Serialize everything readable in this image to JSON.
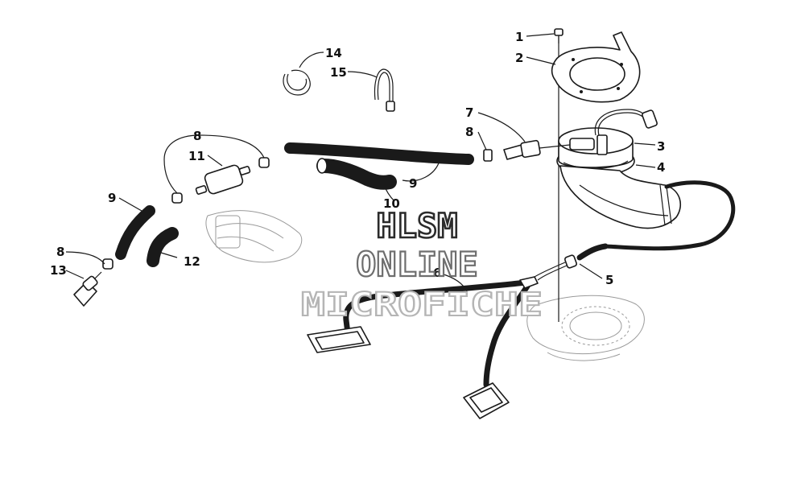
{
  "callouts": {
    "c1": "1",
    "c2": "2",
    "c3": "3",
    "c4": "4",
    "c5": "5",
    "c6": "6",
    "c7": "7",
    "c8a": "8",
    "c8b": "8",
    "c8c": "8",
    "c9a": "9",
    "c9b": "9",
    "c10": "10",
    "c11": "11",
    "c12": "12",
    "c13": "13",
    "c14": "14",
    "c15": "15"
  },
  "watermark": {
    "line1": "HLSM",
    "line2": "ONLINE",
    "line3": "MICROFICHE"
  }
}
